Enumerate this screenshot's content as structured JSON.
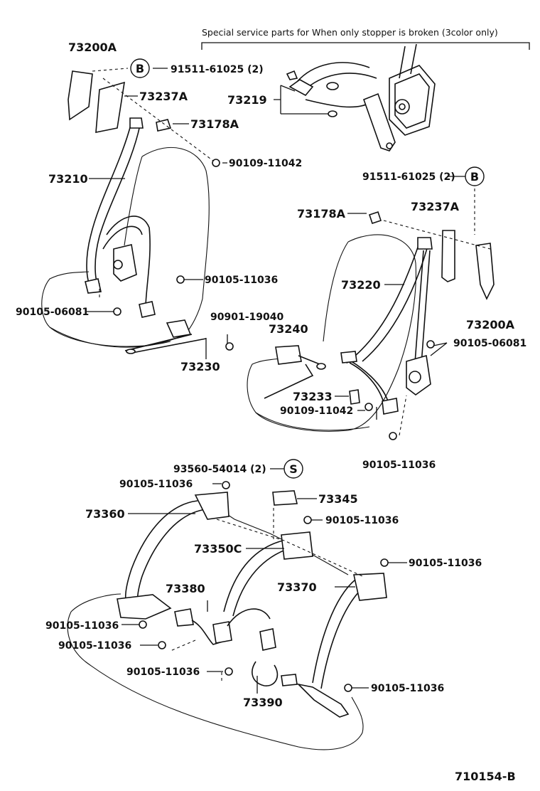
{
  "note_text": "Special service parts for When only stopper is broken (3color only)",
  "drawing_number": "710154-B",
  "symbols": {
    "b": "B",
    "s": "S"
  },
  "labels": {
    "p73200a_top": "73200A",
    "p91511_top": "91511-61025 (2)",
    "p73237a_top": "73237A",
    "p73178a_top": "73178A",
    "p90109_top": "90109-11042",
    "p73210": "73210",
    "p90105_11036_a": "90105-11036",
    "p90105_06081_left": "90105-06081",
    "p90901": "90901-19040",
    "p73230": "73230",
    "p73219": "73219",
    "p91511_right": "91511-61025 (2)",
    "p73178a_right": "73178A",
    "p73237a_right": "73237A",
    "p73220": "73220",
    "p73200a_right": "73200A",
    "p73240": "73240",
    "p90105_06081_right": "90105-06081",
    "p73233": "73233",
    "p90109_right": "90109-11042",
    "p90105_11036_b": "90105-11036",
    "p93560": "93560-54014 (2)",
    "p90105_11036_c": "90105-11036",
    "p73345": "73345",
    "p73360": "73360",
    "p90105_11036_d": "90105-11036",
    "p73350c": "73350C",
    "p90105_11036_e": "90105-11036",
    "p73380": "73380",
    "p73370": "73370",
    "p90105_11036_f": "90105-11036",
    "p90105_11036_g": "90105-11036",
    "p90105_11036_h": "90105-11036",
    "p90105_11036_i": "90105-11036",
    "p73390": "73390"
  }
}
